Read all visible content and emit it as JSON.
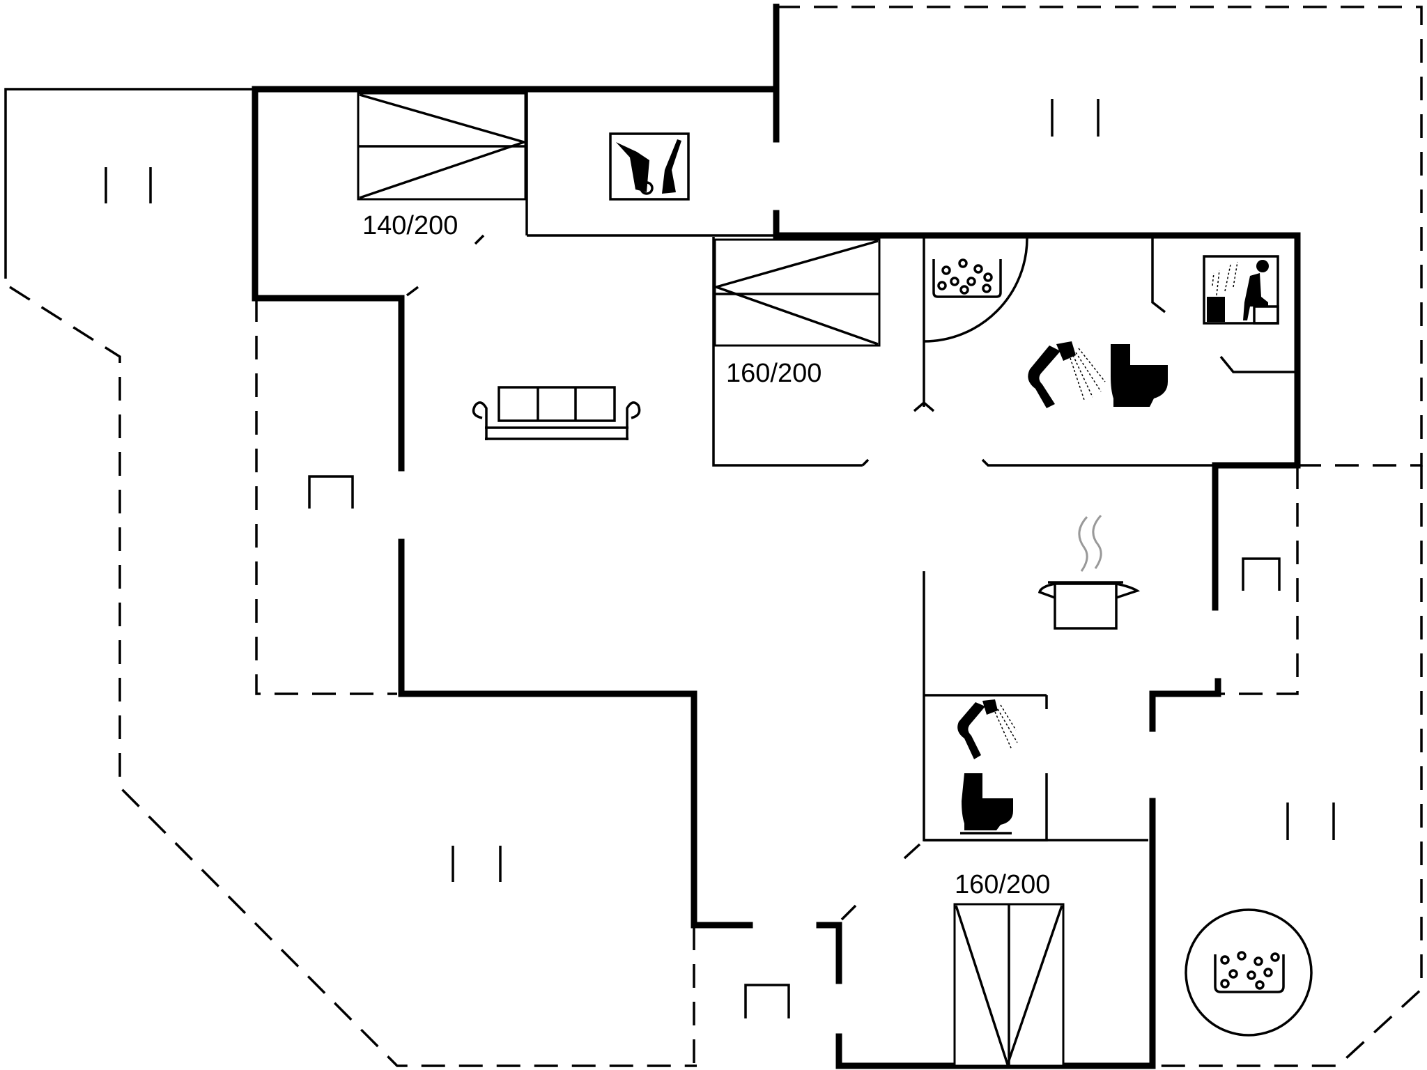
{
  "floorplan": {
    "beds": [
      {
        "label": "140/200"
      },
      {
        "label": "160/200"
      },
      {
        "label": "160/200"
      }
    ],
    "icons": [
      "bunk-bed-icon",
      "utility-room-icon",
      "bed-icon",
      "whirlpool-icon",
      "shower-icon",
      "toilet-icon",
      "sauna-icon",
      "sofa-icon",
      "kitchen-pot-icon",
      "shower-icon",
      "toilet-icon",
      "double-bed-icon",
      "hot-tub-icon",
      "terrace-marker-icon",
      "chair-icon"
    ]
  }
}
